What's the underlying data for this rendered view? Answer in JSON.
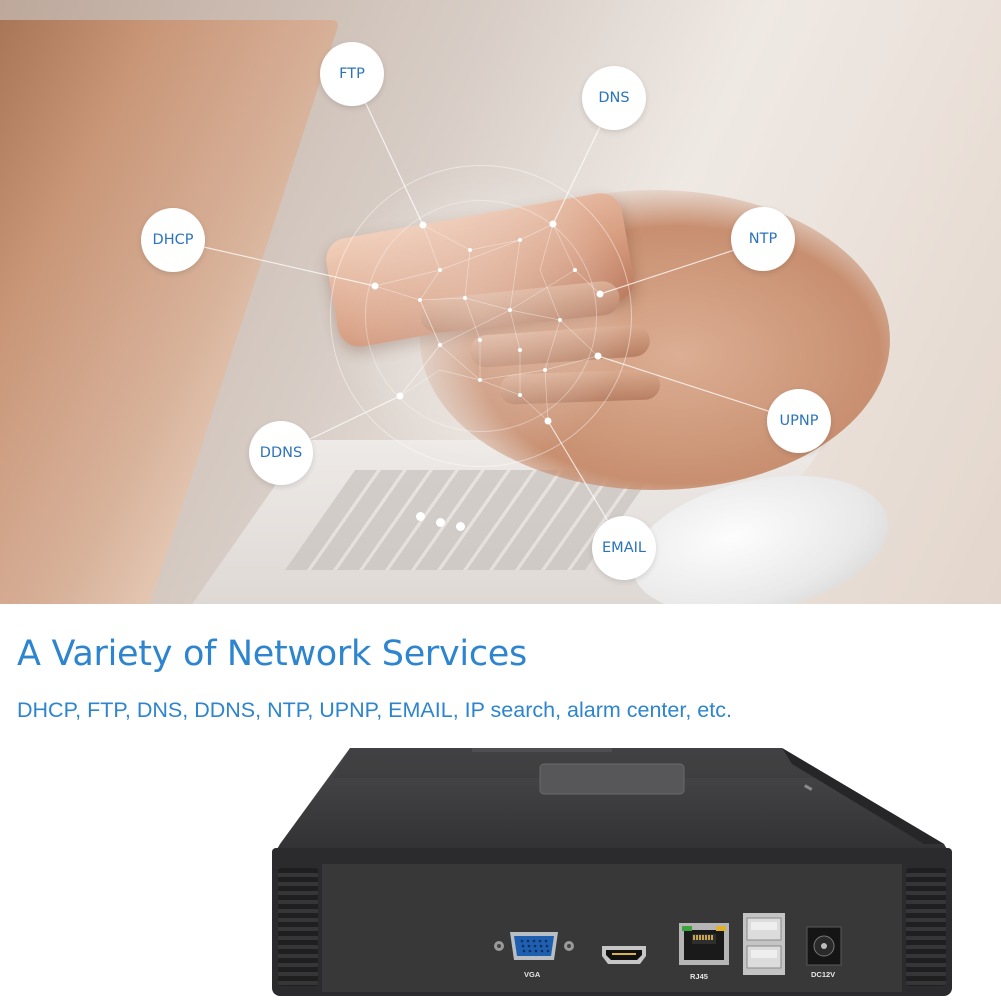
{
  "hero": {
    "services": [
      {
        "label": "FTP"
      },
      {
        "label": "DNS"
      },
      {
        "label": "DHCP"
      },
      {
        "label": "NTP"
      },
      {
        "label": "UPNP"
      },
      {
        "label": "DDNS"
      },
      {
        "label": "EMAIL"
      }
    ]
  },
  "headline": "A Variety of Network Services",
  "subline": "DHCP, FTP, DNS, DDNS, NTP, UPNP, EMAIL, IP search, alarm center, etc.",
  "device": {
    "ports": {
      "vga": "VGA",
      "rj45": "RJ45",
      "dc": "DC12V"
    }
  },
  "colors": {
    "accent": "#2d84cf",
    "bubble_text": "#2b74bc",
    "device_body": "#2b2b2d"
  }
}
